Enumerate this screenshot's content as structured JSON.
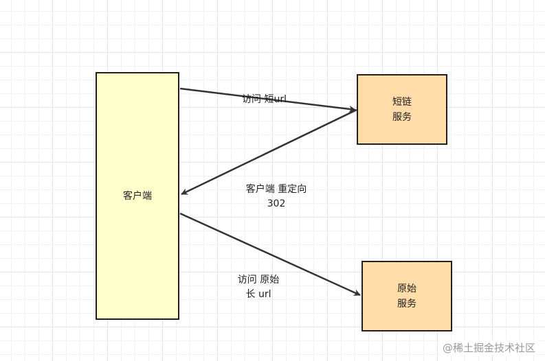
{
  "nodes": {
    "client": "客户端",
    "short_service": {
      "line1": "短链",
      "line2": "服务"
    },
    "origin_service": {
      "line1": "原始",
      "line2": "服务"
    }
  },
  "edges": {
    "visit_short": "访问 短url",
    "redirect": {
      "line1": "客户端 重定向",
      "line2": "302"
    },
    "visit_long": {
      "line1": "访问 原始",
      "line2": "长 url"
    }
  },
  "watermark": "@稀土掘金技术社区",
  "colors": {
    "client_fill": "#ffffcc",
    "service_fill": "#ffdca8",
    "stroke": "#1f1f1f"
  }
}
